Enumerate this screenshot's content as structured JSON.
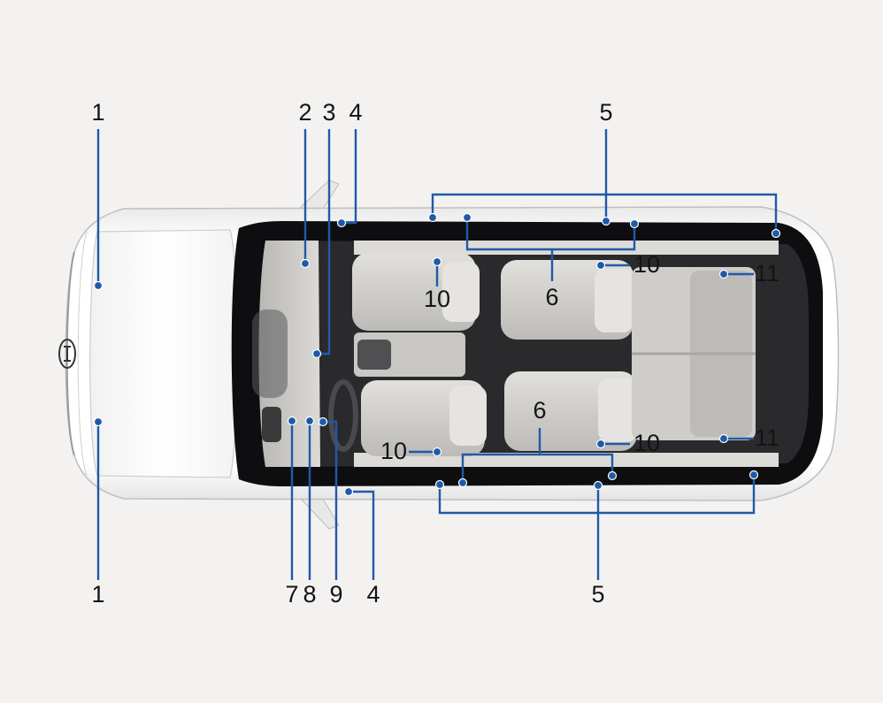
{
  "diagram": {
    "labels": {
      "front_top_1": "1",
      "front_bottom_1": "1",
      "top_2": "2",
      "top_3": "3",
      "top_4": "4",
      "top_5": "5",
      "bottom_4": "4",
      "bottom_5": "5",
      "bottom_7": "7",
      "bottom_8": "8",
      "bottom_9": "9",
      "mid_6_top": "6",
      "mid_6_bottom": "6",
      "ten_upper_front": "10",
      "ten_upper_rear": "10",
      "ten_lower_front": "10",
      "ten_lower_rear": "10",
      "eleven_upper": "11",
      "eleven_lower": "11"
    },
    "colors": {
      "background": "#f4f2f1",
      "leader_line": "#1f5aa8",
      "label_text": "#141414",
      "body_paint": "#ffffff",
      "glass_roof_edge": "#0e0e10",
      "interior": "#d7d5d2",
      "seat": "#cfcdca"
    }
  }
}
